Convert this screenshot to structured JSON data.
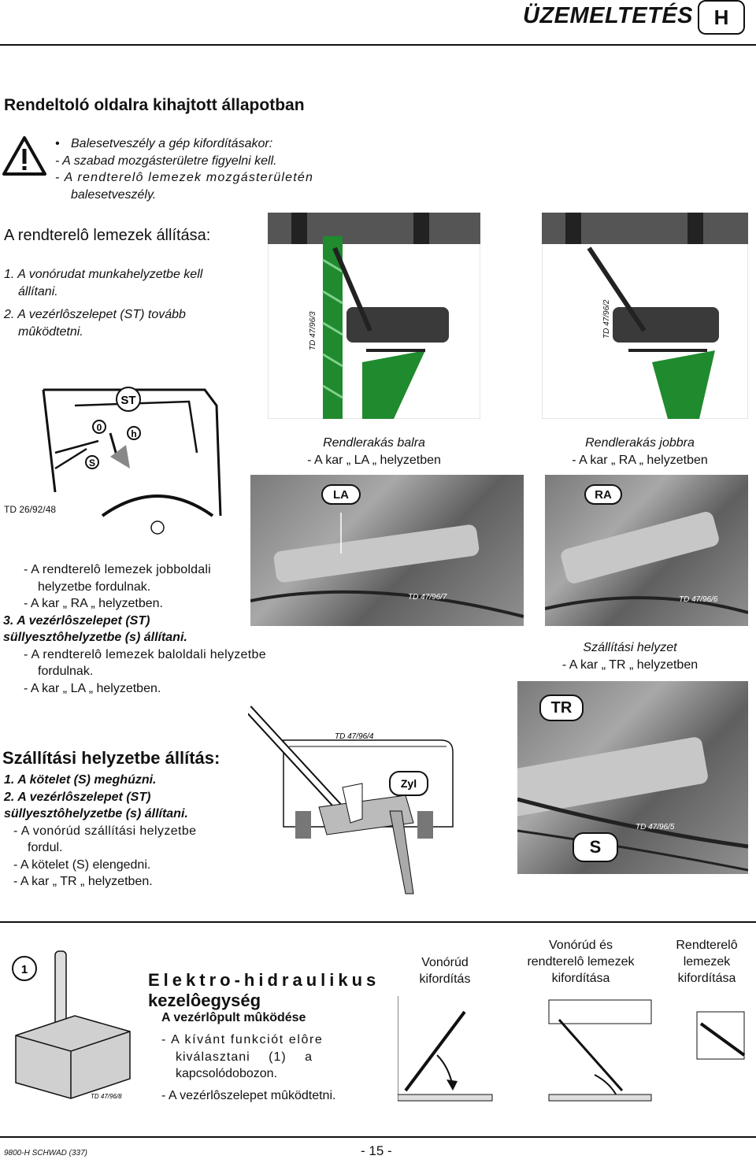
{
  "header": {
    "title": "ÜZEMELTETÉS",
    "section": "H"
  },
  "section1": {
    "title": "Rendeltoló oldalra kihajtott állapotban",
    "warning": [
      "Balesetveszély a gép kifordításakor:",
      "- A szabad mozgásterületre figyelni kell.",
      "- A rendterelô lemezek mozgásterületén",
      "balesetveszély."
    ]
  },
  "section2": {
    "title": "A rendterelô lemezek állítása:",
    "steps": [
      "1. A vonórudat munkahelyzetbe kell",
      "állítani.",
      "2. A vezérlôszelepet (ST) tovább",
      "mûködtetni."
    ]
  },
  "figures": {
    "left_code": "TD 47/96/3",
    "right_code": "TD 47/96/2",
    "tractor": {
      "st": "ST",
      "zero": "0",
      "h": "h",
      "s": "S",
      "code": "TD 26/92/48"
    },
    "caption_left_title": "Rendlerakás balra",
    "caption_left_text": "- A kar „ LA „ helyzetben",
    "caption_right_title": "Rendlerakás jobbra",
    "caption_right_text": "- A kar „ RA „ helyzetben",
    "photo_la": {
      "label": "LA",
      "code": "TD 47/96/7"
    },
    "photo_ra": {
      "label": "RA",
      "code": "TD 47/96/6"
    },
    "photo_tr": {
      "label_tr": "TR",
      "label_s": "S",
      "code": "TD 47/96/5"
    },
    "transport_code": "TD 47/96/4",
    "zyl": "Zyl",
    "caption_transport_title": "Szállítási helyzet",
    "caption_transport_text": "- A kar „ TR „ helyzetben"
  },
  "middle_text": [
    "- A rendterelô lemezek jobboldali",
    "helyzetbe fordulnak.",
    "- A kar „ RA „ helyzetben.",
    "3. A vezérlôszelepet (ST)",
    "süllyesztôhelyzetbe (s) állítani.",
    "- A rendterelô lemezek baloldali helyzetbe",
    "fordulnak.",
    "- A kar „ LA „ helyzetben."
  ],
  "section3": {
    "title": "Szállítási helyzetbe állítás:",
    "steps": [
      "1. A kötelet (S) meghúzni.",
      "2. A vezérlôszelepet (ST)",
      "süllyesztôhelyzetbe (s) állítani.",
      "- A vonórúd szállítási helyzetbe",
      "fordul.",
      "- A kötelet (S) elengedni.",
      "- A kar „ TR „ helyzetben."
    ]
  },
  "bottom": {
    "num": "1",
    "box_code": "TD 47/96/8",
    "title_line1": "Elektro-hidraulikus",
    "title_line2": "kezelôegység",
    "subtitle": "A vezérlôpult mûködése",
    "body": [
      "- A kívánt funkciót elôre",
      "kiválasztani (1) a",
      "kapcsolódobozon.",
      "- A vezérlôszelepet mûködtetni."
    ],
    "col1": [
      "Vonórúd",
      "kifordítás"
    ],
    "col2": [
      "Vonórúd és",
      "rendterelô lemezek",
      "kifordítása"
    ],
    "col3": [
      "Rendterelô",
      "lemezek",
      "kifordítása"
    ]
  },
  "footer": {
    "left": "9800-H SCHWAD (337)",
    "page": "- 15 -"
  },
  "colors": {
    "grass": "#1f8a2e",
    "machine": "#3a3a3a"
  }
}
